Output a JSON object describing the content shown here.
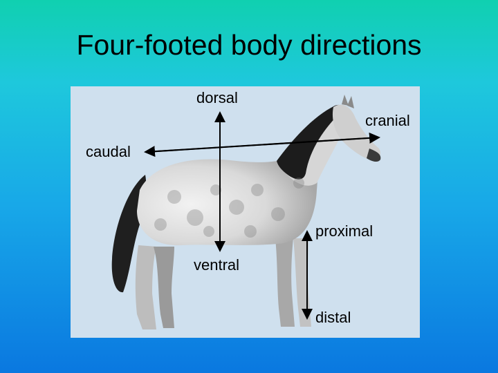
{
  "slide": {
    "title": "Four-footed body directions"
  },
  "diagram": {
    "image": "dapple-grey-horse-side-view",
    "background_color": "#cfe0ee",
    "labels": {
      "dorsal": "dorsal",
      "ventral": "ventral",
      "cranial": "cranial",
      "caudal": "caudal",
      "proximal": "proximal",
      "distal": "distal"
    }
  }
}
